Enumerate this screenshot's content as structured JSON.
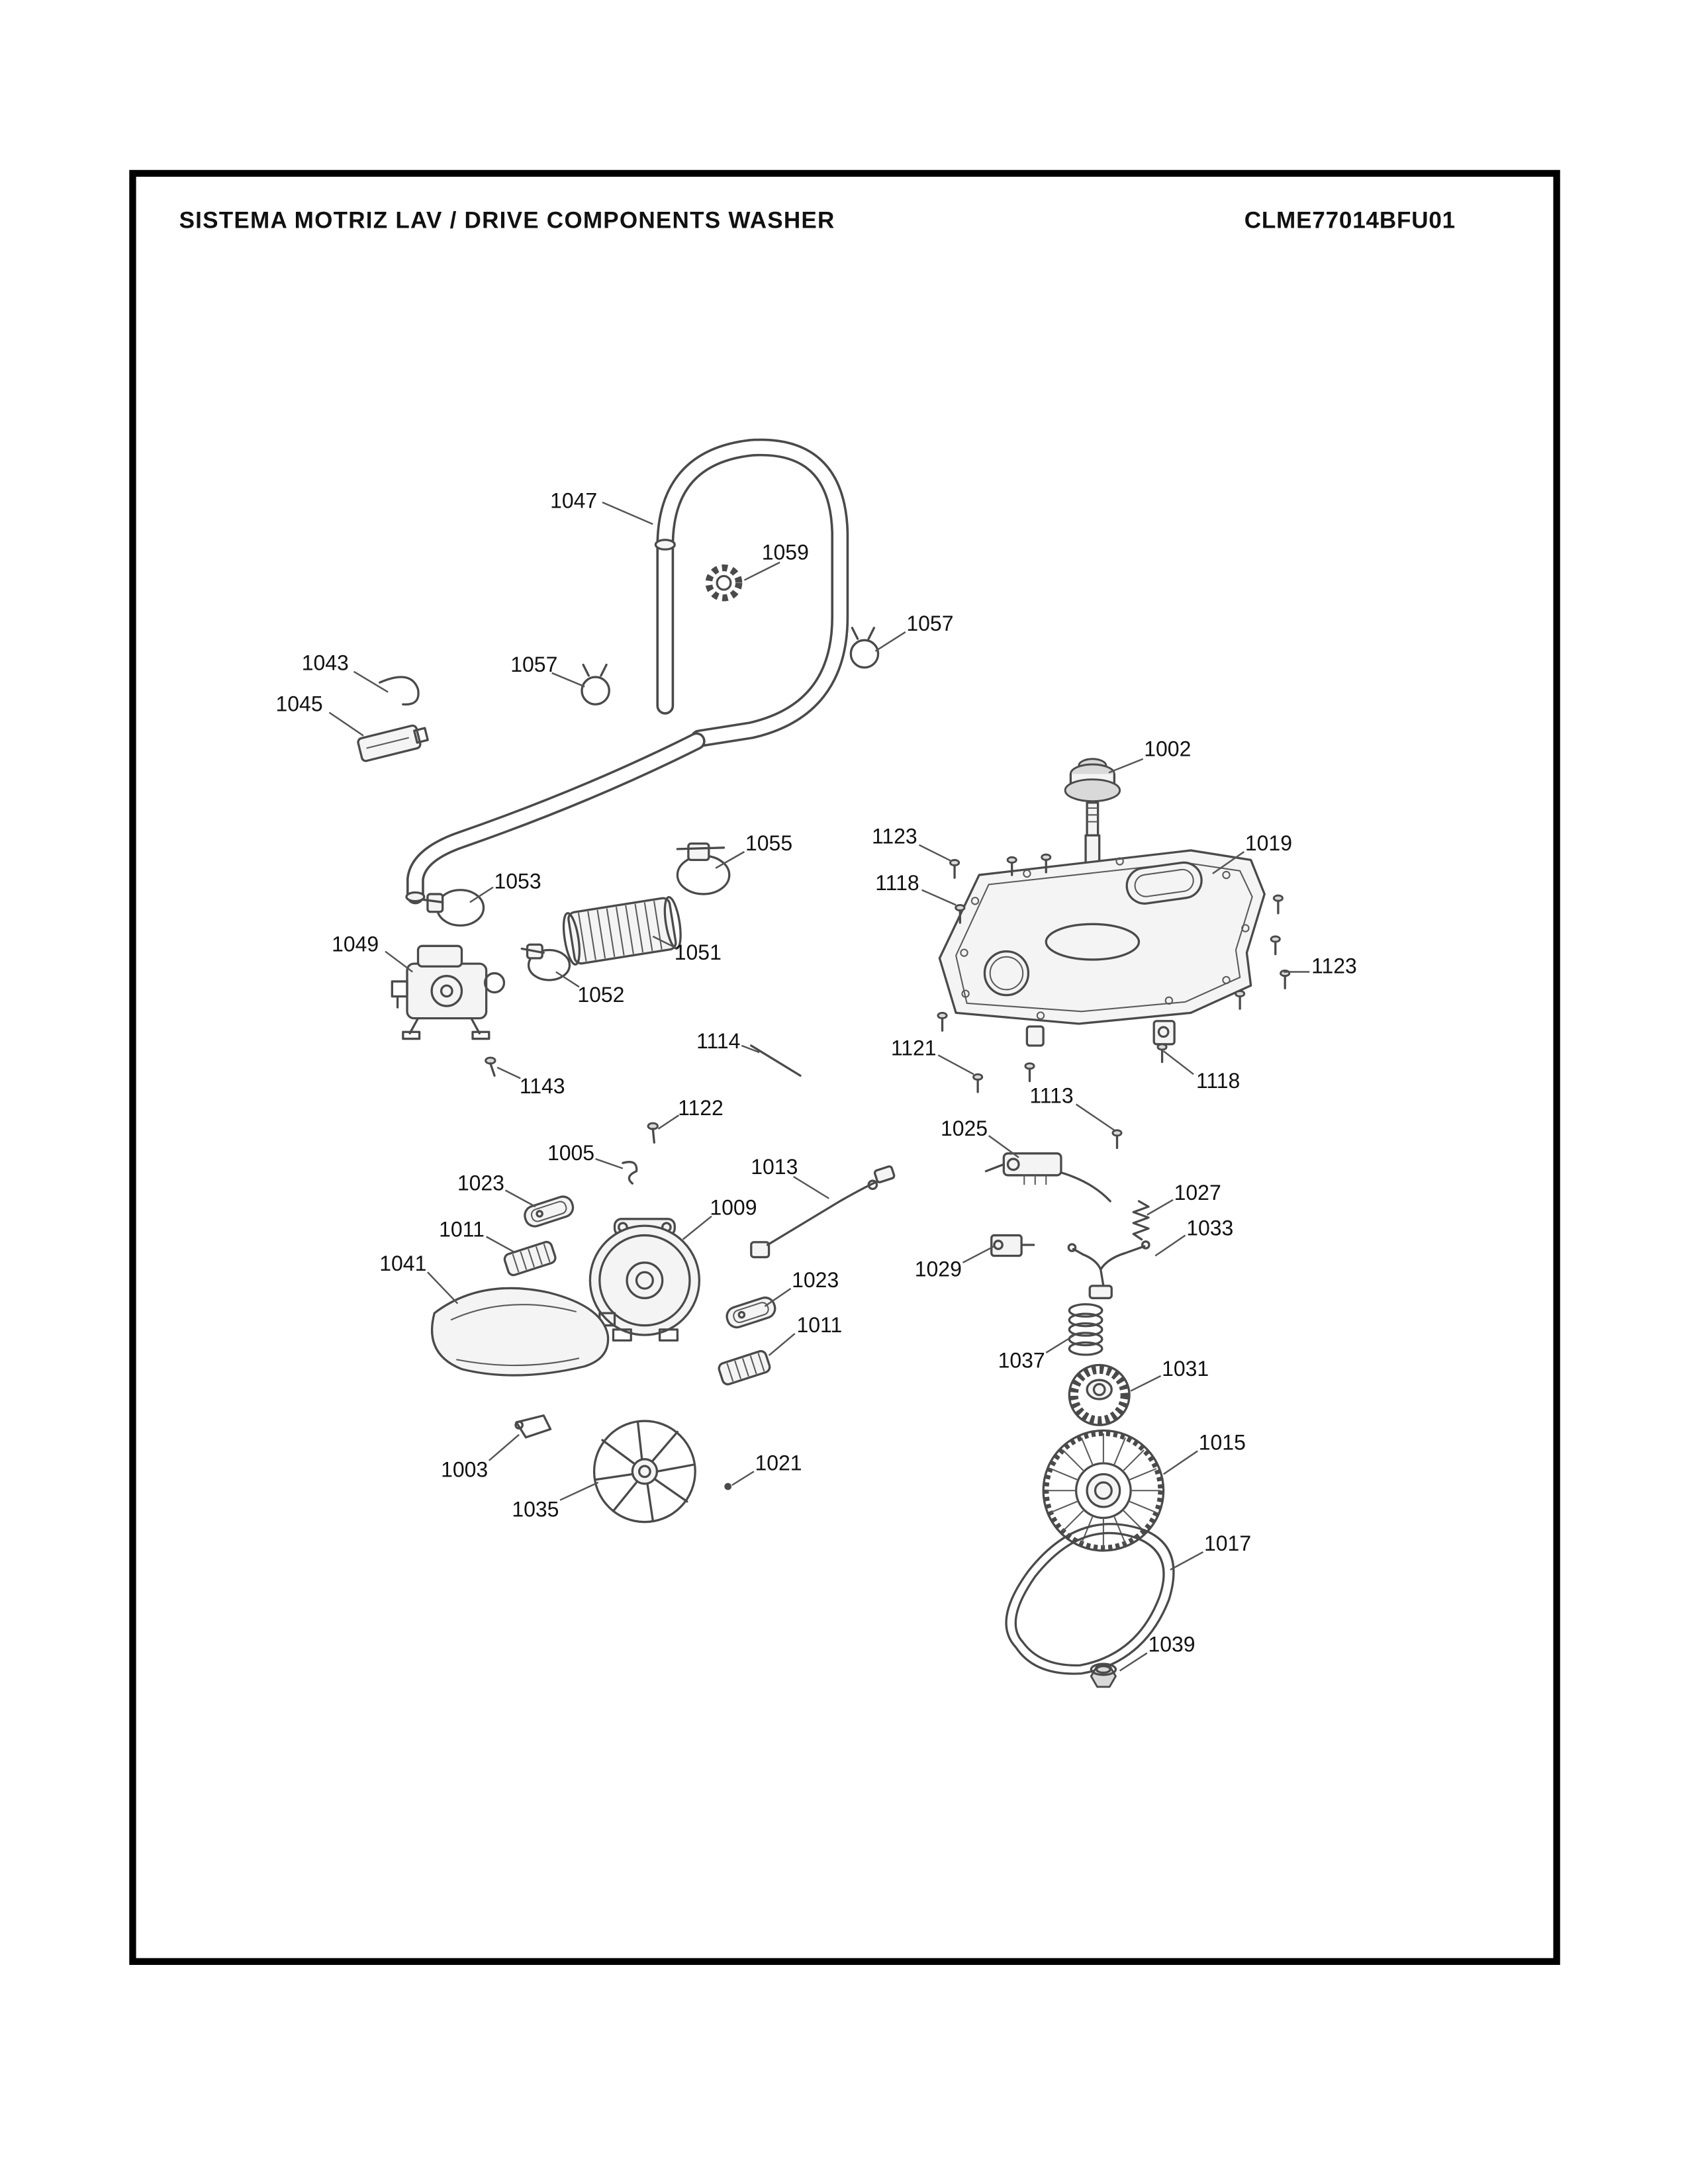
{
  "page": {
    "title": "SISTEMA MOTRIZ LAV / DRIVE COMPONENTS WASHER",
    "doc_id": "CLME77014BFU01"
  },
  "callouts": [
    {
      "label": "1047"
    },
    {
      "label": "1059"
    },
    {
      "label": "1057"
    },
    {
      "label": "1057"
    },
    {
      "label": "1043"
    },
    {
      "label": "1045"
    },
    {
      "label": "1053"
    },
    {
      "label": "1055"
    },
    {
      "label": "1051"
    },
    {
      "label": "1052"
    },
    {
      "label": "1049"
    },
    {
      "label": "1143"
    },
    {
      "label": "1114"
    },
    {
      "label": "1122"
    },
    {
      "label": "1005"
    },
    {
      "label": "1023"
    },
    {
      "label": "1011"
    },
    {
      "label": "1009"
    },
    {
      "label": "1013"
    },
    {
      "label": "1041"
    },
    {
      "label": "1023"
    },
    {
      "label": "1011"
    },
    {
      "label": "1003"
    },
    {
      "label": "1035"
    },
    {
      "label": "1021"
    },
    {
      "label": "1002"
    },
    {
      "label": "1019"
    },
    {
      "label": "1123"
    },
    {
      "label": "1118"
    },
    {
      "label": "1123"
    },
    {
      "label": "1121"
    },
    {
      "label": "1113"
    },
    {
      "label": "1118"
    },
    {
      "label": "1025"
    },
    {
      "label": "1027"
    },
    {
      "label": "1033"
    },
    {
      "label": "1029"
    },
    {
      "label": "1037"
    },
    {
      "label": "1031"
    },
    {
      "label": "1015"
    },
    {
      "label": "1017"
    },
    {
      "label": "1039"
    }
  ]
}
